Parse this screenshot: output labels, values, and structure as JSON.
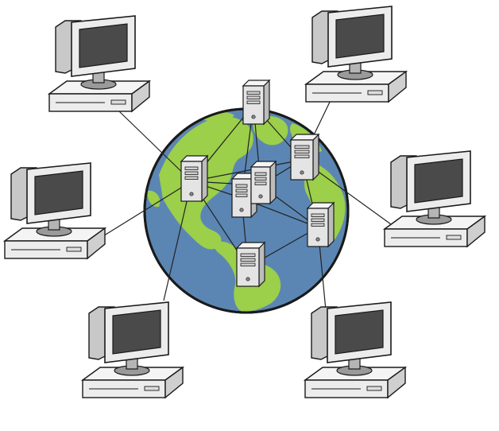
{
  "diagram": {
    "type": "network",
    "colors": {
      "ocean": "#5b86b3",
      "land": "#9ccf4a",
      "outline": "#1a1a1a",
      "monitor_body": "#ececec",
      "screen": "#4a4a4a",
      "server_body": "#e4e4e4",
      "link": "#222222"
    },
    "icons": {
      "globe": "globe-icon",
      "client": "desktop-computer-icon",
      "server": "server-tower-icon"
    },
    "clients": [
      {
        "id": "client-top-left"
      },
      {
        "id": "client-top-right"
      },
      {
        "id": "client-mid-left"
      },
      {
        "id": "client-mid-right"
      },
      {
        "id": "client-bottom-left"
      },
      {
        "id": "client-bottom-right"
      }
    ],
    "servers": [
      {
        "id": "server-top"
      },
      {
        "id": "server-left"
      },
      {
        "id": "server-center-left"
      },
      {
        "id": "server-center"
      },
      {
        "id": "server-right"
      },
      {
        "id": "server-lower-right"
      },
      {
        "id": "server-bottom"
      }
    ],
    "links": [
      [
        "client-top-left",
        "server-left"
      ],
      [
        "client-mid-left",
        "server-left"
      ],
      [
        "client-bottom-left",
        "server-left"
      ],
      [
        "client-top-right",
        "server-right"
      ],
      [
        "client-mid-right",
        "server-right"
      ],
      [
        "client-bottom-right",
        "server-lower-right"
      ],
      [
        "server-top",
        "server-left"
      ],
      [
        "server-top",
        "server-center-left"
      ],
      [
        "server-top",
        "server-right"
      ],
      [
        "server-top",
        "server-center"
      ],
      [
        "server-left",
        "server-center-left"
      ],
      [
        "server-left",
        "server-center"
      ],
      [
        "server-left",
        "server-bottom"
      ],
      [
        "server-left",
        "server-right"
      ],
      [
        "server-center-left",
        "server-center"
      ],
      [
        "server-center-left",
        "server-bottom"
      ],
      [
        "server-center-left",
        "server-lower-right"
      ],
      [
        "server-center",
        "server-right"
      ],
      [
        "server-center",
        "server-lower-right"
      ],
      [
        "server-right",
        "server-lower-right"
      ],
      [
        "server-bottom",
        "server-lower-right"
      ]
    ]
  }
}
